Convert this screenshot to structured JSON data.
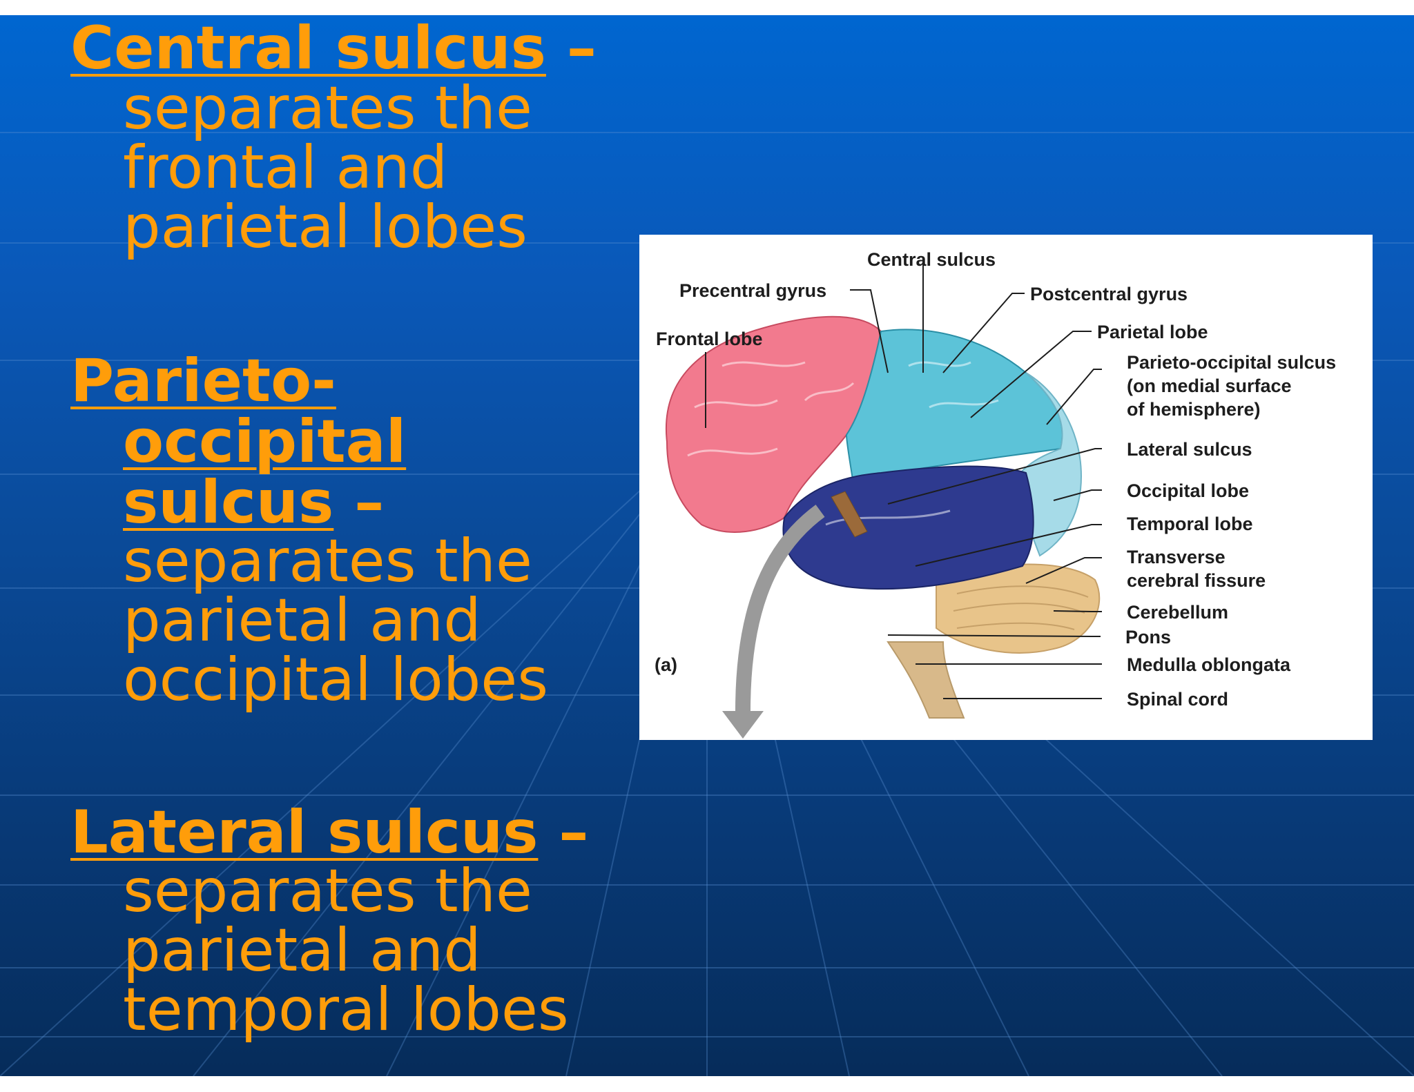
{
  "terms": [
    {
      "name": "Central sulcus",
      "dash": " –",
      "definition": [
        "separates the",
        "frontal and",
        "parietal lobes"
      ]
    },
    {
      "name_lines": [
        "Parieto-",
        "occipital",
        "sulcus"
      ],
      "dash": " –",
      "definition": [
        "separates the",
        "parietal and",
        "occipital lobes"
      ]
    },
    {
      "name": "Lateral sulcus",
      "dash": " –",
      "definition": [
        "separates the",
        "parietal and",
        "temporal lobes"
      ]
    }
  ],
  "figure": {
    "panel_label": "(a)",
    "labels": {
      "central_sulcus": "Central sulcus",
      "precentral_gyrus": "Precentral gyrus",
      "postcentral_gyrus": "Postcentral gyrus",
      "frontal_lobe": "Frontal lobe",
      "parietal_lobe": "Parietal lobe",
      "parieto_occipital_sulcus": [
        "Parieto-occipital sulcus",
        "(on medial surface",
        "of hemisphere)"
      ],
      "lateral_sulcus": "Lateral sulcus",
      "occipital_lobe": "Occipital lobe",
      "temporal_lobe": "Temporal lobe",
      "transverse_cerebral_fissure": [
        "Transverse",
        "cerebral fissure"
      ],
      "cerebellum": "Cerebellum",
      "pons": "Pons",
      "medulla_oblongata": "Medulla oblongata",
      "spinal_cord": "Spinal cord"
    },
    "colors": {
      "frontal_lobe": "#f27a8e",
      "parietal_lobe": "#5cc3d8",
      "occipital_lobe": "#a6dbe8",
      "temporal_lobe": "#2e3a8f",
      "cerebellum": "#e8c48a",
      "brainstem": "#d8b98a",
      "arrow": "#9a9a9a"
    }
  },
  "theme": {
    "text_color": "#ff9d0a",
    "background_top": "#0066d0",
    "background_bottom": "#062c5a"
  }
}
